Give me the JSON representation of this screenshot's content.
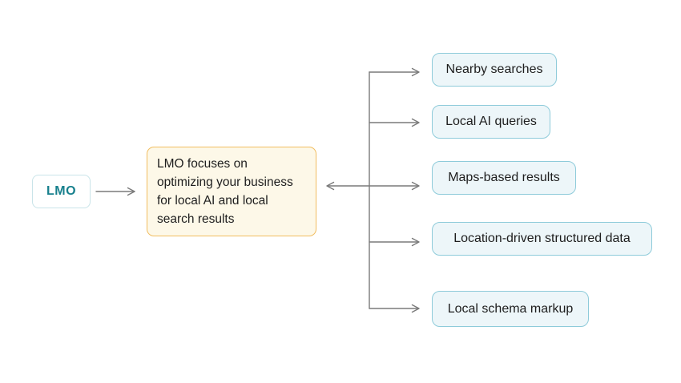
{
  "diagram": {
    "root_label": "LMO",
    "description": "LMO focuses on optimizing your business for local AI and local search results",
    "branches": [
      {
        "label": "Nearby searches"
      },
      {
        "label": "Local AI queries"
      },
      {
        "label": "Maps-based results"
      },
      {
        "label": "Location-driven structured data"
      },
      {
        "label": "Local schema markup"
      }
    ],
    "colors": {
      "root_text": "#17808d",
      "root_border": "#c9e4e9",
      "description_border": "#f1bd60",
      "description_background": "#fdf8e8",
      "branch_border": "#8ecbda",
      "branch_background": "#edf6f9",
      "arrow": "#7a7a7a",
      "text": "#1e1e1e",
      "background": "#ffffff"
    }
  }
}
